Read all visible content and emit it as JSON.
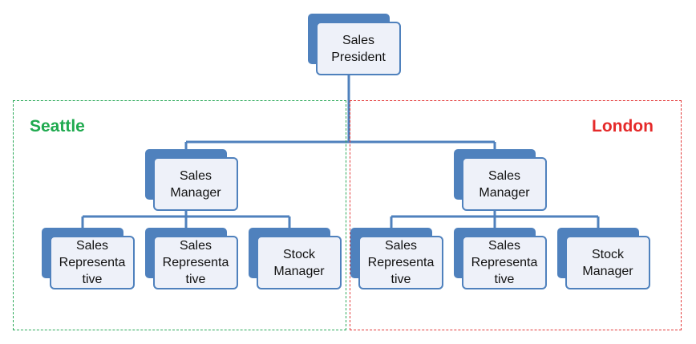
{
  "regions": {
    "seattle": {
      "label": "Seattle",
      "color": "#1faa4f"
    },
    "london": {
      "label": "London",
      "color": "#e52a2a"
    }
  },
  "colors": {
    "connector": "#4f81bd",
    "card_fill": "#eef1f9",
    "card_border": "#4f81bd"
  },
  "nodes": {
    "president": "Sales\nPresident",
    "seattle_manager": "Sales\nManager",
    "london_manager": "Sales\nManager",
    "seattle_rep_1": "Sales\nRepresenta\ntive",
    "seattle_rep_2": "Sales\nRepresenta\ntive",
    "seattle_stock": "Stock\nManager",
    "london_rep_1": "Sales\nRepresenta\ntive",
    "london_rep_2": "Sales\nRepresenta\ntive",
    "london_stock": "Stock\nManager"
  }
}
